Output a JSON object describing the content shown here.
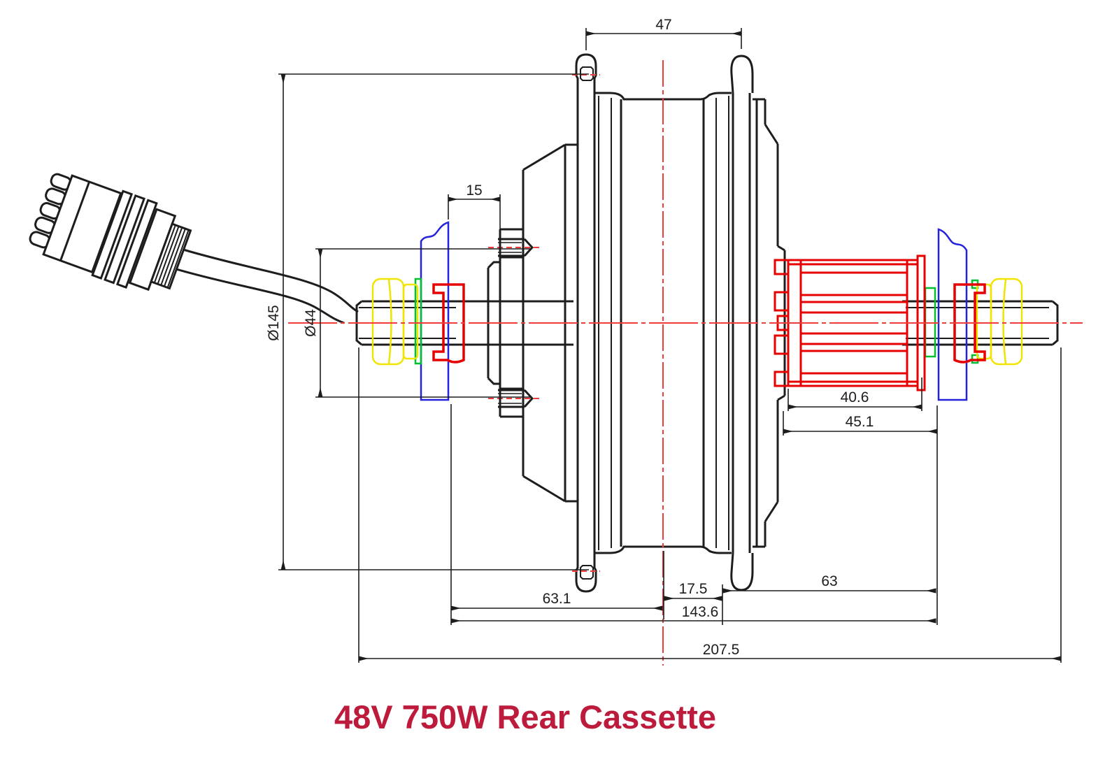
{
  "title": {
    "text": "48V 750W Rear Cassette",
    "color": "#bd1b3c"
  },
  "colors": {
    "line_black": "#1d1d1d",
    "centerline_red": "#f23b3b",
    "part_red": "#e60000",
    "flange_blue": "#2323dd",
    "washer_green": "#00c030",
    "nut_yellow": "#f0e400"
  },
  "dims": {
    "hub_width_top": "47",
    "rotor_offset": "15",
    "flange_diameter": "Ø145",
    "rotor_bolt_circle": "Ø44",
    "freehub_body": "40.6",
    "freehub_overall": "45.1",
    "center_to_flange": "17.5",
    "flange_to_dropout": "63",
    "rotor_to_center": "63.1",
    "rotor_to_dropout": "143.6",
    "axle_overall": "207.5"
  }
}
